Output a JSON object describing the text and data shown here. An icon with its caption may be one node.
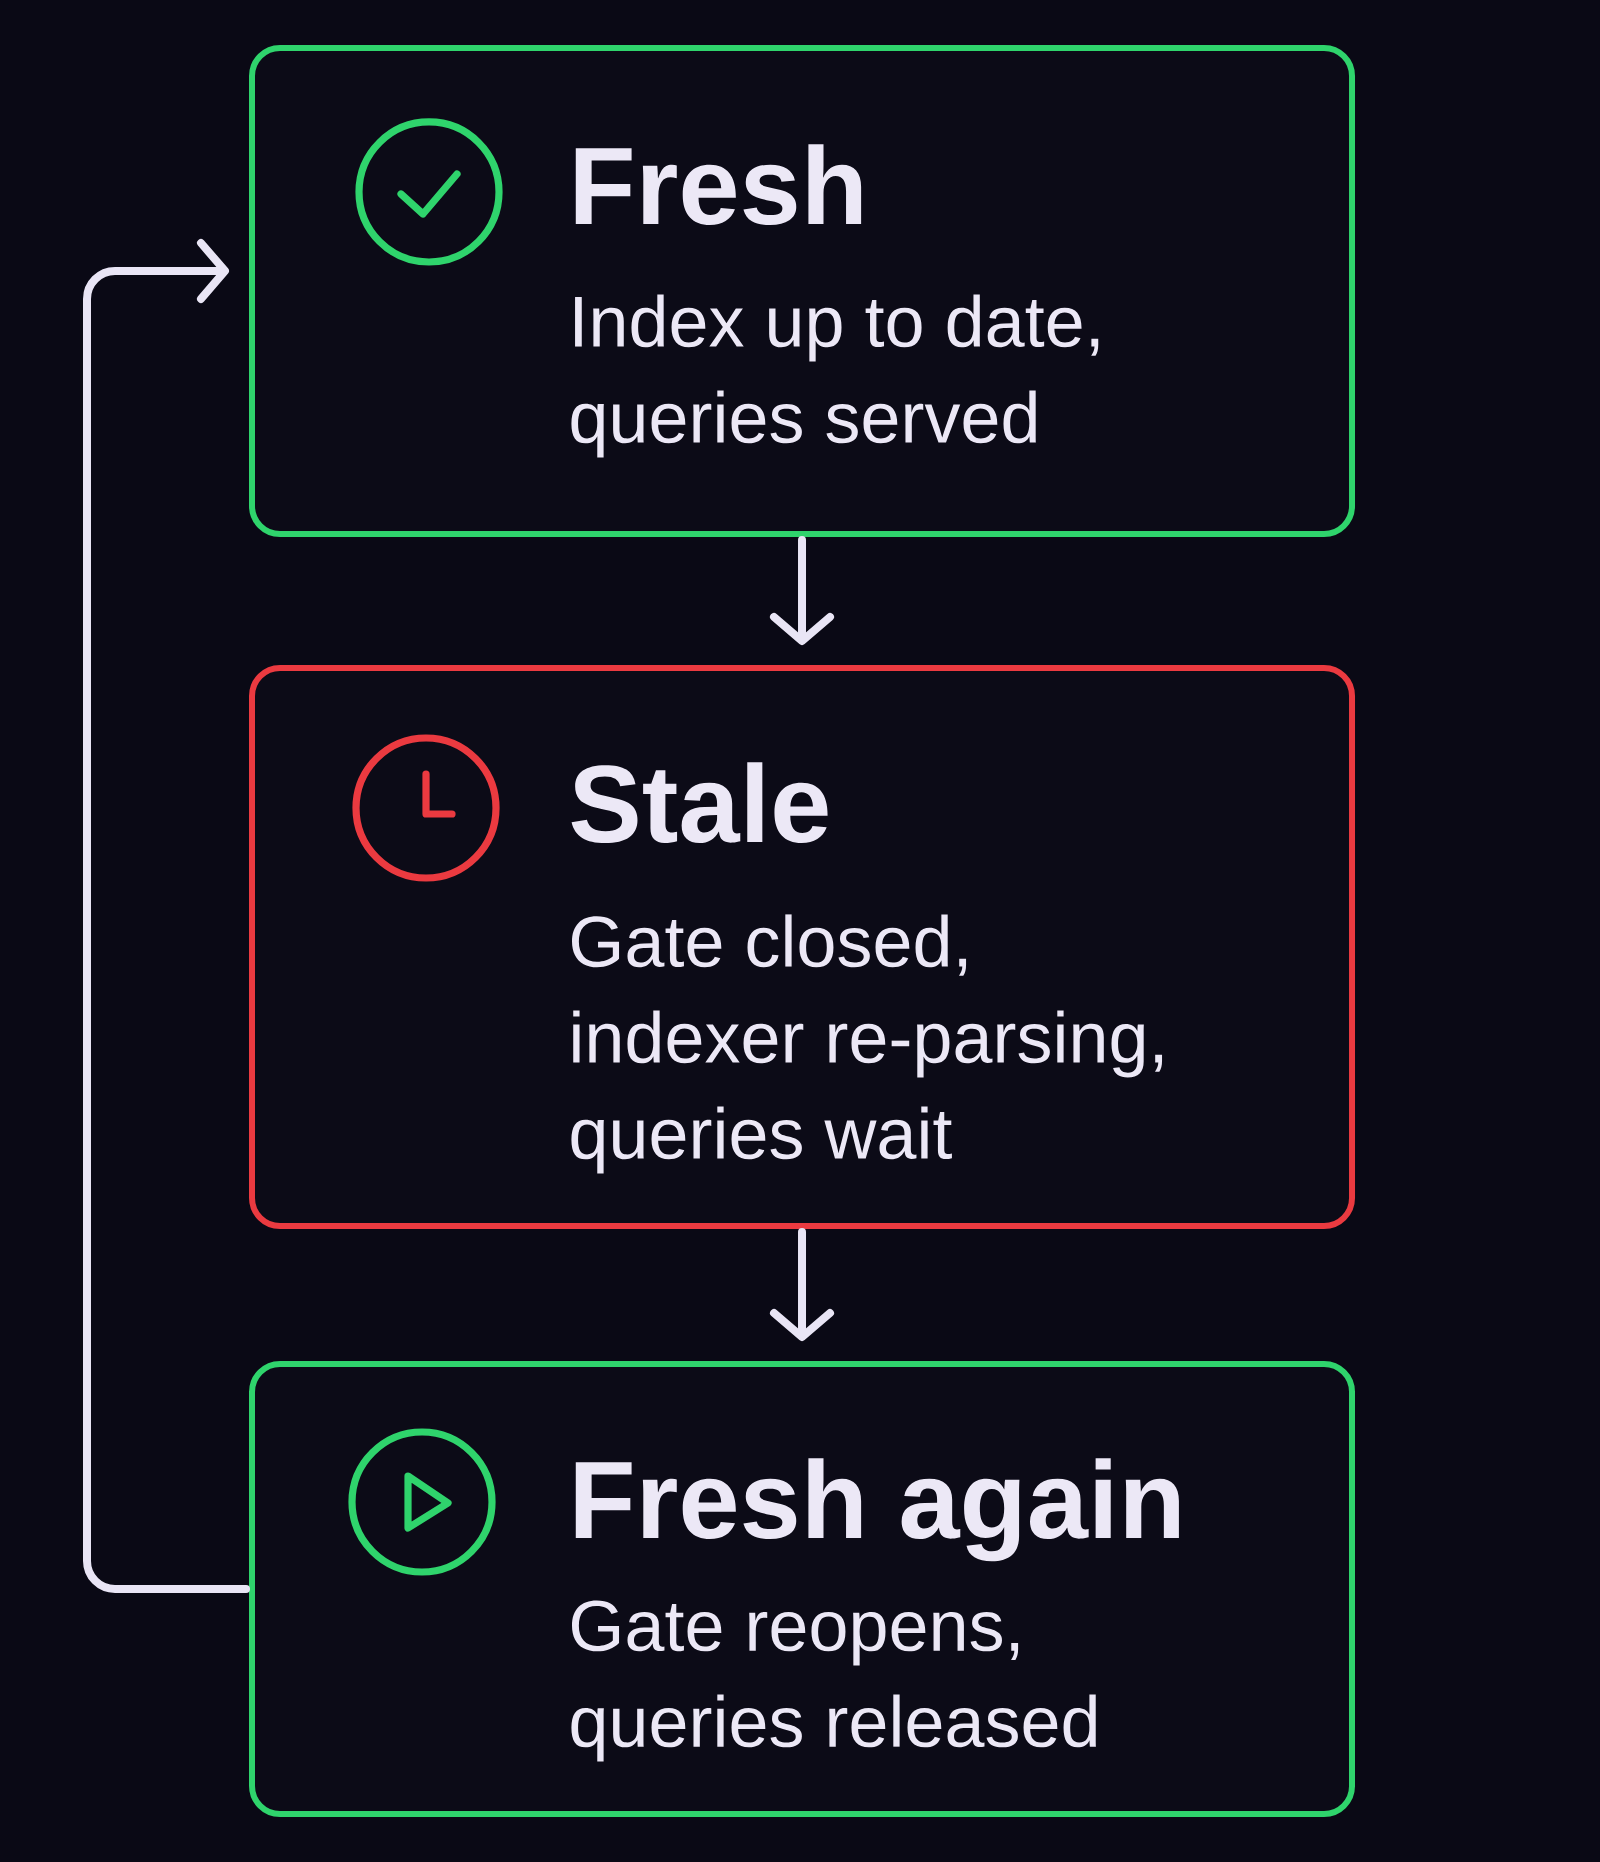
{
  "diagram": {
    "nodes": [
      {
        "text": [
          "Fresh",
          "Index up to date, queries served"
        ]
      },
      {
        "text": [
          "Stale",
          "Gate closed, indexer re-parsing, queries wait"
        ]
      },
      {
        "text": [
          "Fresh again",
          "Gate reopens, queries released"
        ]
      }
    ],
    "edges": [
      {
        "from": 0,
        "to": 1,
        "arrow": "to"
      },
      {
        "from": 1,
        "to": 2,
        "arrow": "to"
      },
      {
        "from": 2,
        "to": 0,
        "arrow": "to"
      }
    ]
  }
}
